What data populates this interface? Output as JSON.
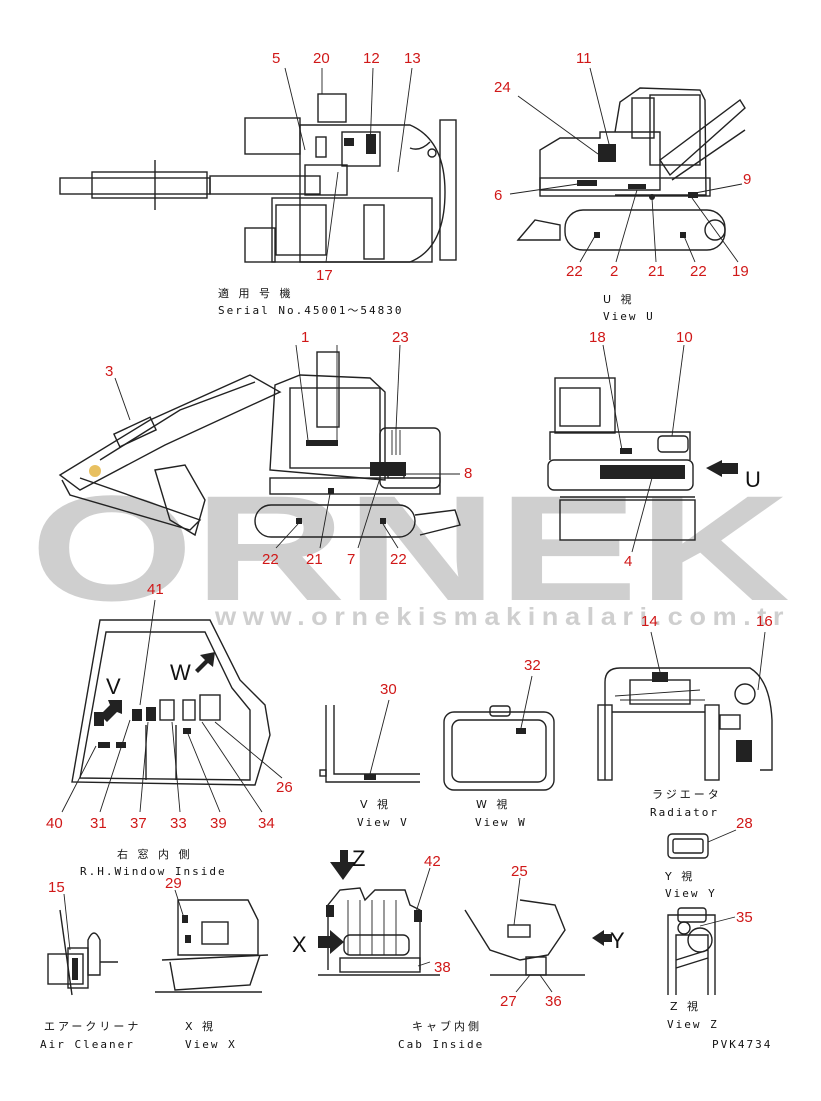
{
  "watermark": {
    "logo_text": "ORNEK",
    "url": "www.ornekismakinalari.com.tr",
    "color": "#cfcfcf"
  },
  "colors": {
    "callout": "#d01818",
    "line": "#222222"
  },
  "captions": {
    "serial_jp": "適 用 号 機",
    "serial_en": "Serial No.45001～54830",
    "view_u_jp": "U  視",
    "view_u_en": "View U",
    "window_jp": "右 窓 内 側",
    "window_en": "R.H.Window Inside",
    "view_v_jp": "V  視",
    "view_v_en": "View V",
    "view_w_jp": "W  視",
    "view_w_en": "View W",
    "radiator_jp": "ラジエータ",
    "radiator_en": "Radiator",
    "view_y_jp": "Y  視",
    "view_y_en": "View Y",
    "air_jp": "エアークリーナ",
    "air_en": "Air Cleaner",
    "view_x_jp": "X  視",
    "view_x_en": "View X",
    "cab_jp": "キャブ内側",
    "cab_en": "Cab Inside",
    "view_z_jp": "Z  視",
    "view_z_en": "View Z",
    "drawing_no": "PVK4734"
  },
  "arrow_labels": {
    "u": "U",
    "v": "V",
    "w": "W",
    "x": "X",
    "y": "Y",
    "z": "Z"
  },
  "callouts": [
    {
      "id": "c5",
      "label": "5"
    },
    {
      "id": "c20",
      "label": "20"
    },
    {
      "id": "c12",
      "label": "12"
    },
    {
      "id": "c13",
      "label": "13"
    },
    {
      "id": "c17",
      "label": "17"
    },
    {
      "id": "c11",
      "label": "11"
    },
    {
      "id": "c24",
      "label": "24"
    },
    {
      "id": "c6",
      "label": "6"
    },
    {
      "id": "c9",
      "label": "9"
    },
    {
      "id": "c22a",
      "label": "22"
    },
    {
      "id": "c2",
      "label": "2"
    },
    {
      "id": "c21a",
      "label": "21"
    },
    {
      "id": "c22b",
      "label": "22"
    },
    {
      "id": "c19",
      "label": "19"
    },
    {
      "id": "c1",
      "label": "1"
    },
    {
      "id": "c23",
      "label": "23"
    },
    {
      "id": "c3",
      "label": "3"
    },
    {
      "id": "c8",
      "label": "8"
    },
    {
      "id": "c22c",
      "label": "22"
    },
    {
      "id": "c21b",
      "label": "21"
    },
    {
      "id": "c7",
      "label": "7"
    },
    {
      "id": "c22d",
      "label": "22"
    },
    {
      "id": "c18",
      "label": "18"
    },
    {
      "id": "c10",
      "label": "10"
    },
    {
      "id": "c4",
      "label": "4"
    },
    {
      "id": "c41",
      "label": "41"
    },
    {
      "id": "c32",
      "label": "32"
    },
    {
      "id": "c30",
      "label": "30"
    },
    {
      "id": "c14",
      "label": "14"
    },
    {
      "id": "c16",
      "label": "16"
    },
    {
      "id": "c26",
      "label": "26"
    },
    {
      "id": "c40",
      "label": "40"
    },
    {
      "id": "c31",
      "label": "31"
    },
    {
      "id": "c37",
      "label": "37"
    },
    {
      "id": "c33",
      "label": "33"
    },
    {
      "id": "c39",
      "label": "39"
    },
    {
      "id": "c34",
      "label": "34"
    },
    {
      "id": "c28",
      "label": "28"
    },
    {
      "id": "c15",
      "label": "15"
    },
    {
      "id": "c29",
      "label": "29"
    },
    {
      "id": "c42",
      "label": "42"
    },
    {
      "id": "c25",
      "label": "25"
    },
    {
      "id": "c35",
      "label": "35"
    },
    {
      "id": "c38",
      "label": "38"
    },
    {
      "id": "c27",
      "label": "27"
    },
    {
      "id": "c36",
      "label": "36"
    }
  ]
}
